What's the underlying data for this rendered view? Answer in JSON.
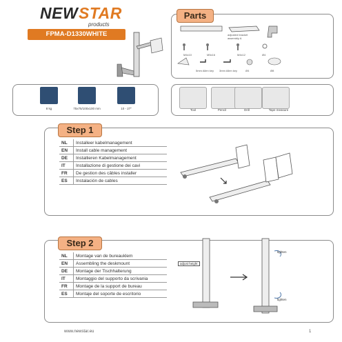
{
  "brand": {
    "name_a": "NEW",
    "name_b": "STAR",
    "sub": "products"
  },
  "model": "FPMA-D1330WHITE",
  "parts": {
    "title": "Parts",
    "labels": {
      "p1": "adjusted bracket assembly A",
      "p2": "",
      "s1": "M4x10",
      "s2": "M5x16",
      "s3": "M4x12",
      "w1": "Ø4",
      "w2": "Ø4",
      "w3": "Ø8",
      "k1": "5mm Allen key",
      "k2": "3mm Allen key",
      "k3": "",
      "d1": ""
    }
  },
  "specs": [
    {
      "label": "8 kg"
    },
    {
      "label": "75x75/100x100 mm"
    },
    {
      "label": "10 - 27\""
    }
  ],
  "tools": [
    {
      "label": "Tool"
    },
    {
      "label": "Pencil"
    },
    {
      "label": "Drill"
    },
    {
      "label": "Tape measure"
    }
  ],
  "step1": {
    "title": "Step 1",
    "rows": [
      {
        "code": "NL",
        "text": "Installeer kabelmanagement"
      },
      {
        "code": "EN",
        "text": "Install cable management"
      },
      {
        "code": "DE",
        "text": "Installieren Kabelmanagement"
      },
      {
        "code": "IT",
        "text": "Installazione di gestione dei cavi"
      },
      {
        "code": "FR",
        "text": "De gestion des câbles installer"
      },
      {
        "code": "ES",
        "text": "Instalación de cables"
      }
    ]
  },
  "step2": {
    "title": "Step 2",
    "annotation_adjust": "adjust height",
    "annotation_tighten": "tighten",
    "rows": [
      {
        "code": "NL",
        "text": "Montage van de bureauklem"
      },
      {
        "code": "EN",
        "text": "Assembling the deskmount"
      },
      {
        "code": "DE",
        "text": "Montage der Tischhalterung"
      },
      {
        "code": "IT",
        "text": "Montaggio del supporto da scrivania"
      },
      {
        "code": "FR",
        "text": "Montage de la support de bureau"
      },
      {
        "code": "ES",
        "text": "Montaje del soporte de escritorio"
      }
    ]
  },
  "footer": {
    "url": "www.newstar.eu",
    "page": "1"
  }
}
